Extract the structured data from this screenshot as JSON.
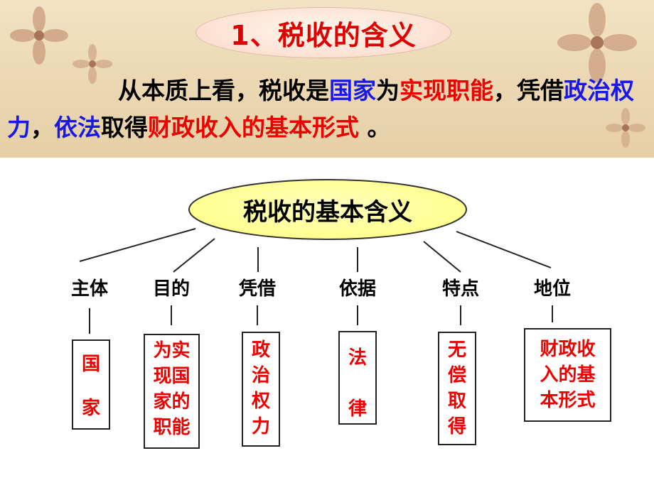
{
  "title": "1、税收的含义",
  "intro": {
    "parts": [
      {
        "text": "从本质上看，税收是",
        "color": "black"
      },
      {
        "text": "国家",
        "color": "blue"
      },
      {
        "text": "为",
        "color": "black"
      },
      {
        "text": "实现职能",
        "color": "red"
      },
      {
        "text": "，凭借",
        "color": "black"
      },
      {
        "text": "政治权力",
        "color": "blue"
      },
      {
        "text": "，",
        "color": "black"
      },
      {
        "text": "依法",
        "color": "blue"
      },
      {
        "text": "取得",
        "color": "black"
      },
      {
        "text": "财政收入的基本形式",
        "color": "red"
      },
      {
        "text": " 。",
        "color": "black"
      }
    ]
  },
  "center": {
    "label": "税收的基本含义"
  },
  "branches": [
    {
      "label": "主体",
      "content": "国\n家"
    },
    {
      "label": "目的",
      "content": "为实\n现国\n家的\n职能"
    },
    {
      "label": "凭借",
      "content": "政\n治\n权\n力"
    },
    {
      "label": "依据",
      "content": "法\n律"
    },
    {
      "label": "特点",
      "content": "无\n偿\n取\n得"
    },
    {
      "label": "地位",
      "content": "财政收\n入的基\n本形式"
    }
  ],
  "colors": {
    "red": "#ee0000",
    "blue": "#1818e8",
    "oval_fill": "#ffff99",
    "banner": "#ecd9b5"
  }
}
